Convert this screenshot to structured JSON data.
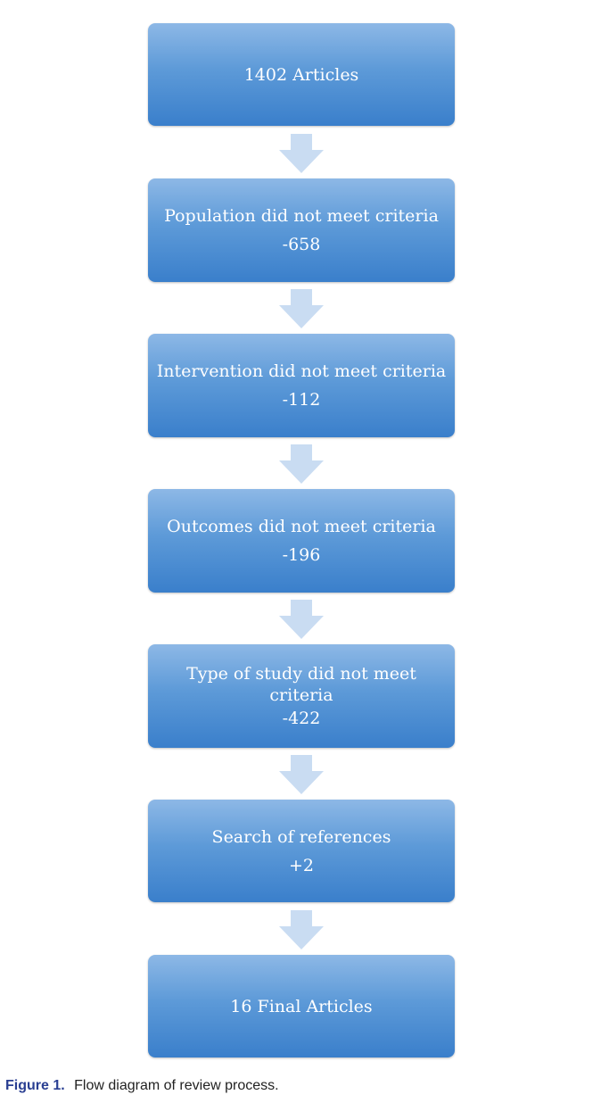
{
  "steps": [
    {
      "text": "1402 Articles",
      "value": ""
    },
    {
      "text": "Population did not meet criteria",
      "value": "-658"
    },
    {
      "text": "Intervention did not meet criteria",
      "value": "-112"
    },
    {
      "text": "Outcomes did not meet criteria",
      "value": "-196"
    },
    {
      "text": "Type of study did not meet criteria",
      "value": "-422"
    },
    {
      "text": "Search of references",
      "value": "+2"
    },
    {
      "text": "16 Final Articles",
      "value": ""
    }
  ],
  "caption": {
    "label": "Figure 1.",
    "text": "Flow diagram of review process."
  },
  "colors": {
    "box_top": "#8db8e6",
    "box_bottom": "#3a7fcb",
    "arrow": "#c9dcf2",
    "caption_label": "#2a3f92"
  }
}
